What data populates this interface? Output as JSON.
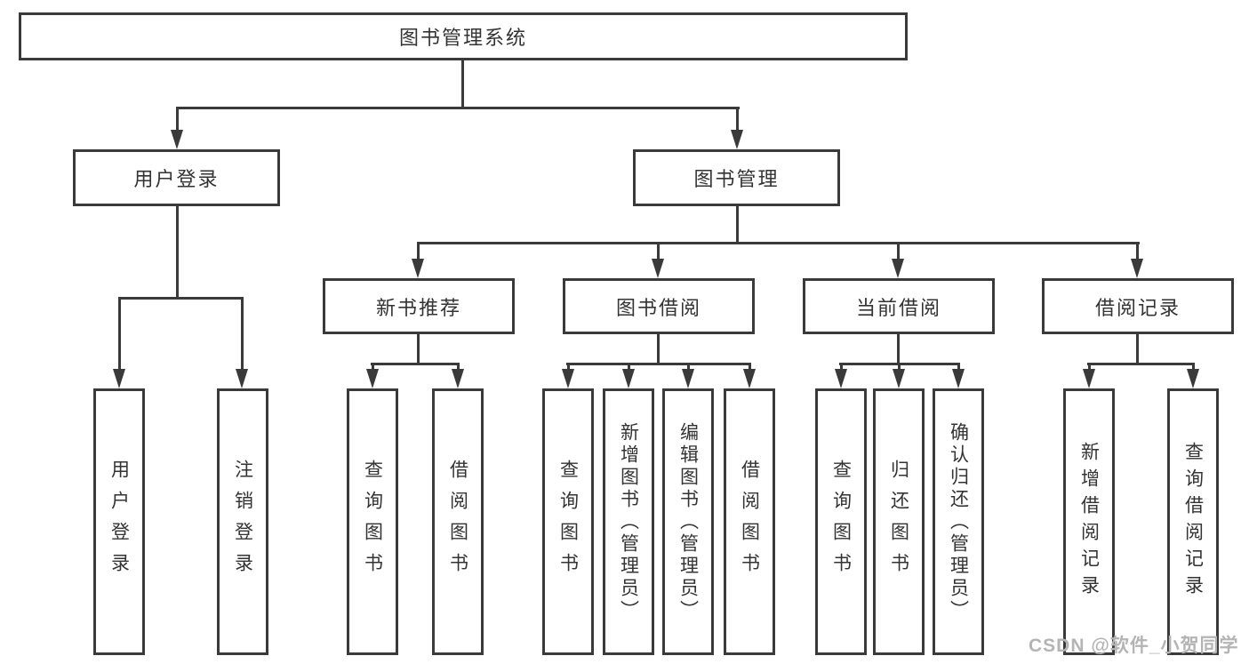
{
  "diagram": {
    "title": "图书管理系统",
    "root": {
      "label": "图书管理系统"
    },
    "level2": [
      {
        "label": "用户登录"
      },
      {
        "label": "图书管理"
      }
    ],
    "level3": [
      {
        "label": "新书推荐"
      },
      {
        "label": "图书借阅"
      },
      {
        "label": "当前借阅"
      },
      {
        "label": "借阅记录"
      }
    ],
    "leaves": [
      {
        "label": "用户登录",
        "parent": "用户登录"
      },
      {
        "label": "注销登录",
        "parent": "用户登录"
      },
      {
        "label": "查询图书",
        "parent": "新书推荐"
      },
      {
        "label": "借阅图书",
        "parent": "新书推荐"
      },
      {
        "label": "查询图书",
        "parent": "图书借阅"
      },
      {
        "label": "新增图书（管理员）",
        "parent": "图书借阅"
      },
      {
        "label": "编辑图书（管理员）",
        "parent": "图书借阅"
      },
      {
        "label": "借阅图书",
        "parent": "图书借阅"
      },
      {
        "label": "查询图书",
        "parent": "当前借阅"
      },
      {
        "label": "归还图书",
        "parent": "当前借阅"
      },
      {
        "label": "确认归还（管理员）",
        "parent": "当前借阅"
      },
      {
        "label": "新增借阅记录",
        "parent": "借阅记录"
      },
      {
        "label": "查询借阅记录",
        "parent": "借阅记录"
      }
    ],
    "watermark": "CSDN @软件_小贺同学",
    "colors": {
      "line": "#3a3a3a",
      "text": "#333333",
      "watermark": "#b4b4b4",
      "background": "#ffffff"
    }
  }
}
